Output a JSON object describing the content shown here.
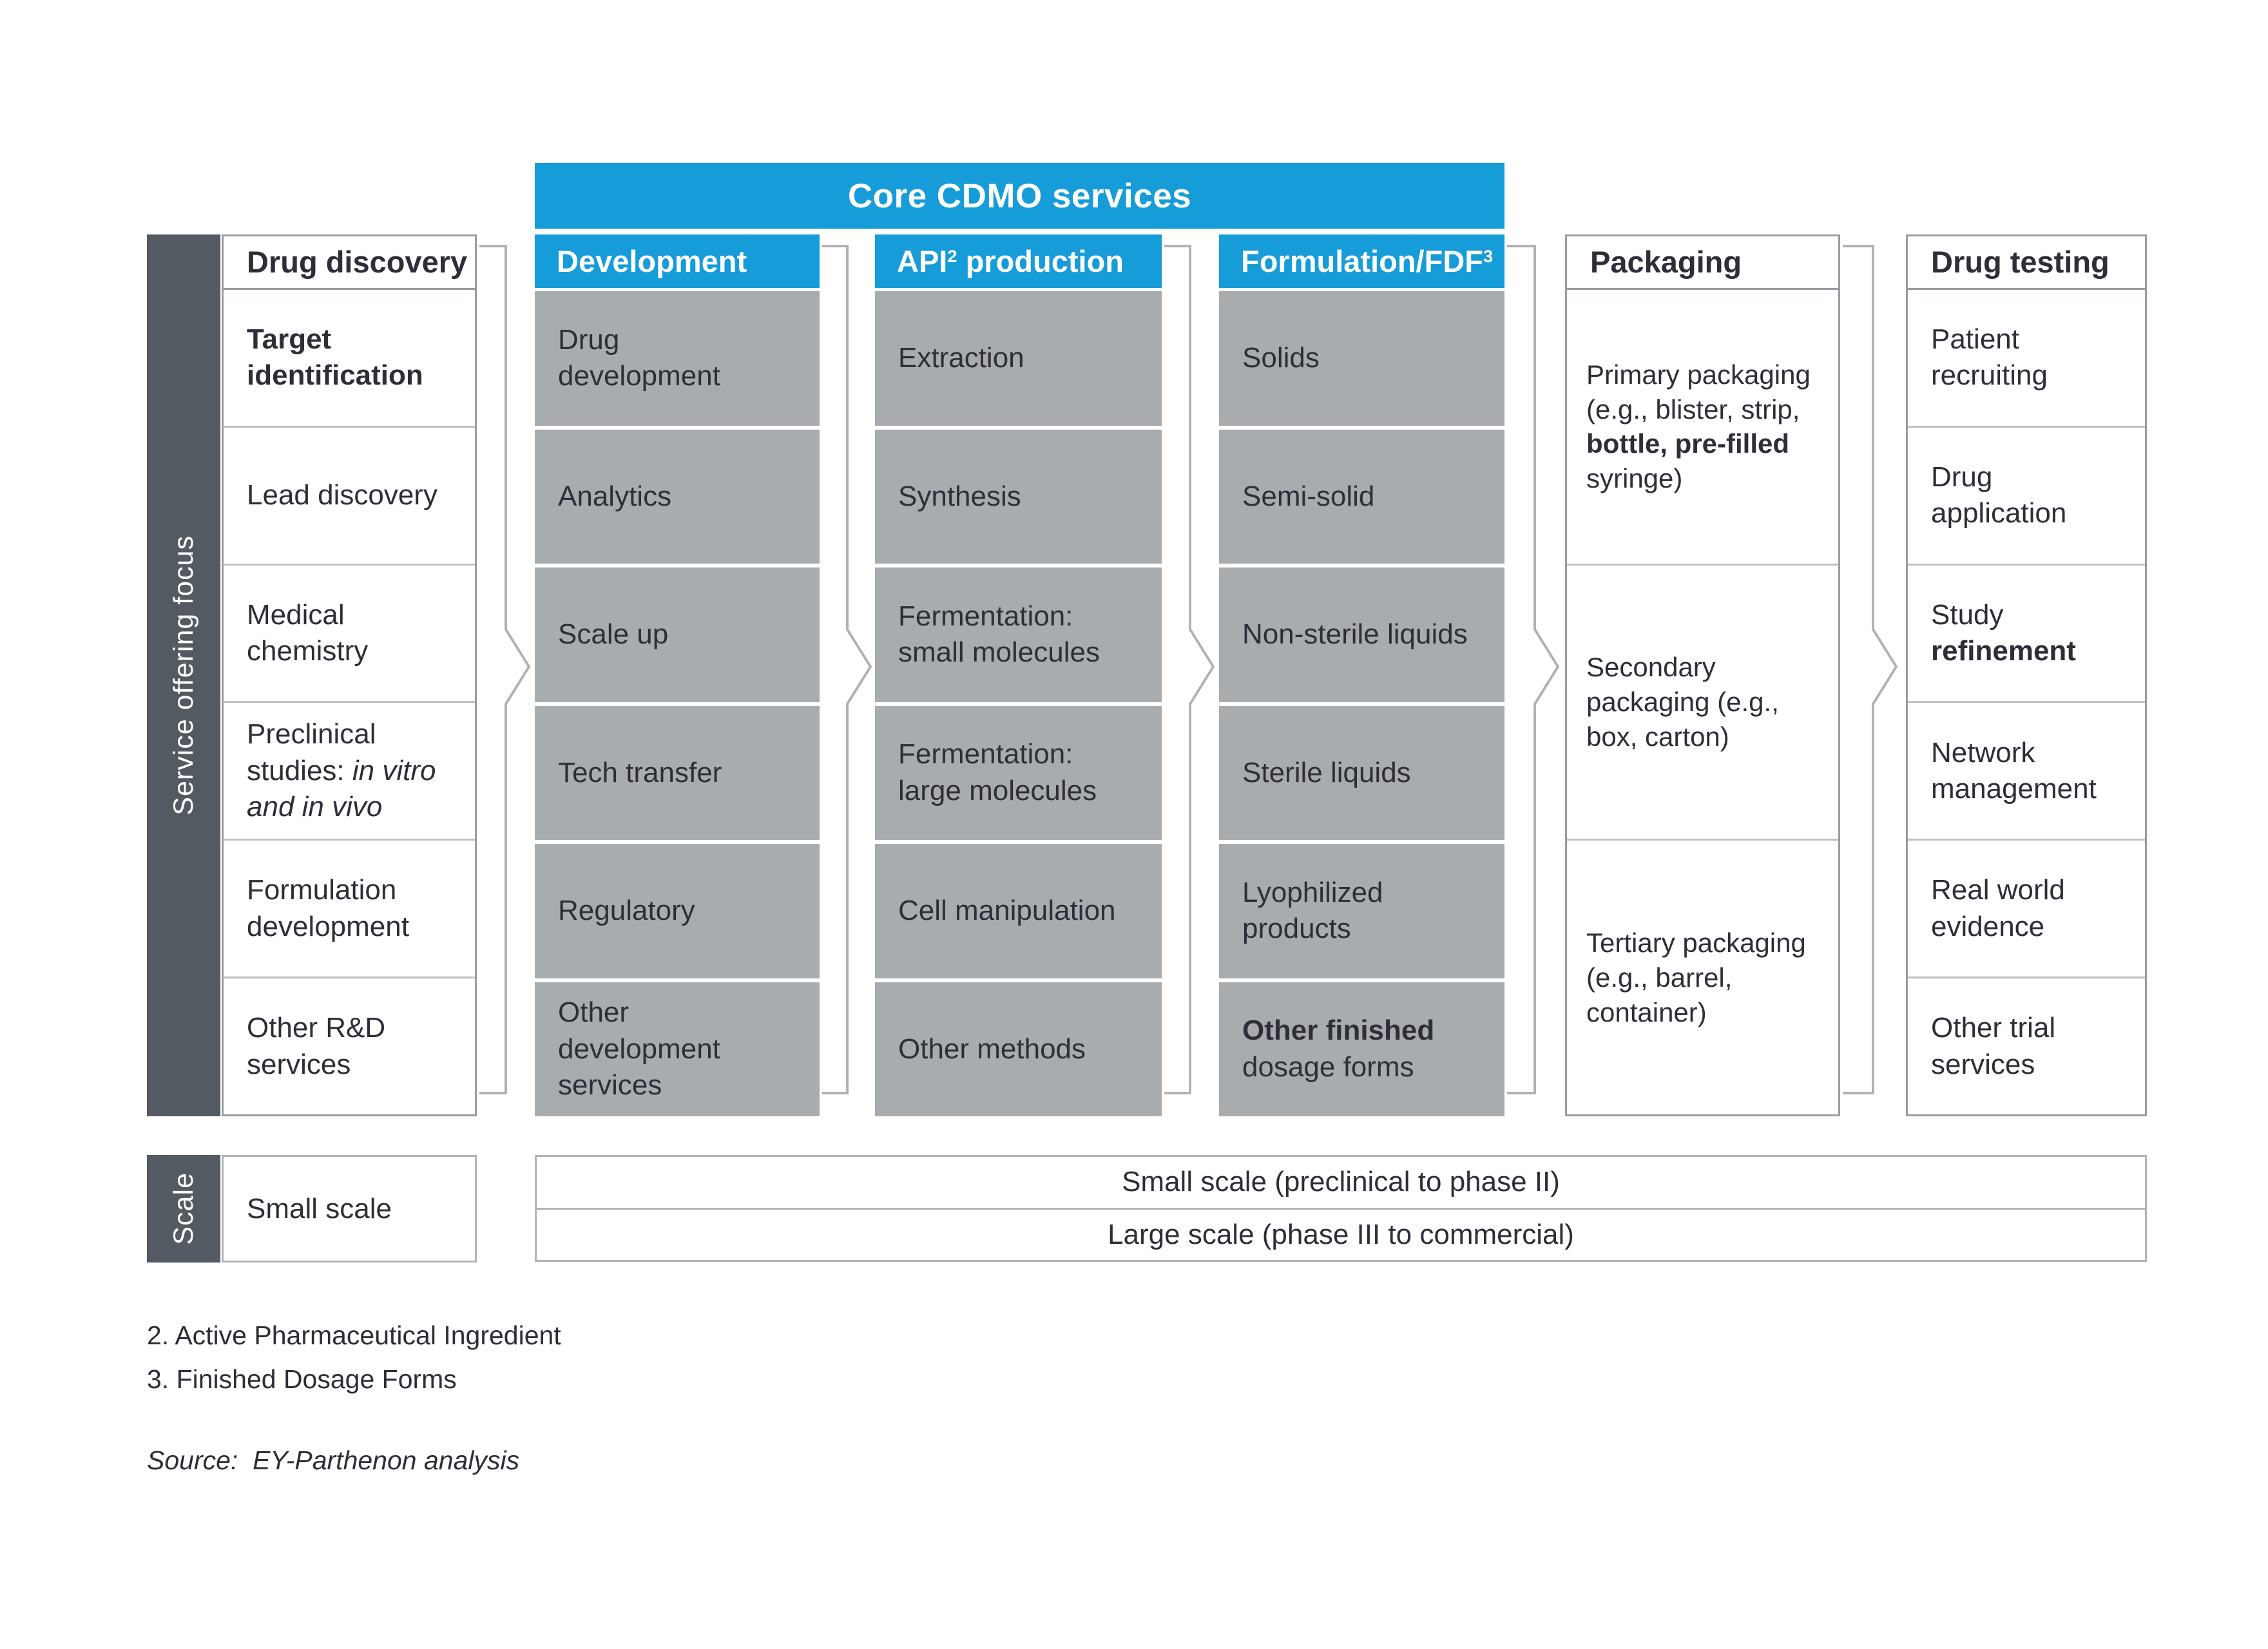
{
  "palette": {
    "blue": "#169CD9",
    "cell_gray": "#A9ACAF",
    "dark_slate": "#545A62",
    "ink": "#2E2E38",
    "line_light": "#BDC0C3",
    "line_dark": "#979DA2",
    "connector": "#AFB3B6",
    "scale_border": "#AEB4B9"
  },
  "banner": {
    "label": "Core CDMO services"
  },
  "left_rail": {
    "label": "Service offering focus"
  },
  "scale_rail": {
    "label": "Scale"
  },
  "columns": {
    "drug_discovery": {
      "header": [
        {
          "text": "Drug discovery"
        }
      ],
      "cells": [
        [
          {
            "text": "Target identification",
            "bold": true
          }
        ],
        [
          {
            "text": "Lead discovery"
          }
        ],
        [
          {
            "text": "Medical chemistry"
          }
        ],
        [
          {
            "text": "Preclinical studies: "
          },
          {
            "text": "in vitro and in vivo",
            "italic": true
          }
        ],
        [
          {
            "text": "Formulation development"
          }
        ],
        [
          {
            "text": "Other R&D services"
          }
        ]
      ]
    },
    "development": {
      "header": [
        {
          "text": "Development"
        }
      ],
      "cells": [
        [
          {
            "text": "Drug development"
          }
        ],
        [
          {
            "text": "Analytics"
          }
        ],
        [
          {
            "text": "Scale up"
          }
        ],
        [
          {
            "text": "Tech transfer"
          }
        ],
        [
          {
            "text": "Regulatory"
          }
        ],
        [
          {
            "text": "Other development services"
          }
        ]
      ]
    },
    "api_production": {
      "header": [
        {
          "text": "API"
        },
        {
          "text": "2",
          "sup": true
        },
        {
          "text": " production"
        }
      ],
      "cells": [
        [
          {
            "text": "Extraction"
          }
        ],
        [
          {
            "text": "Synthesis"
          }
        ],
        [
          {
            "text": "Fermentation: small molecules"
          }
        ],
        [
          {
            "text": "Fermentation: large molecules"
          }
        ],
        [
          {
            "text": "Cell manipulation"
          }
        ],
        [
          {
            "text": "Other methods"
          }
        ]
      ]
    },
    "formulation_fdf": {
      "header": [
        {
          "text": "Formulation/FDF"
        },
        {
          "text": "3",
          "sup": true
        }
      ],
      "cells": [
        [
          {
            "text": "Solids"
          }
        ],
        [
          {
            "text": "Semi-solid"
          }
        ],
        [
          {
            "text": "Non-sterile liquids"
          }
        ],
        [
          {
            "text": "Sterile liquids"
          }
        ],
        [
          {
            "text": "Lyophilized products"
          }
        ],
        [
          {
            "text": "Other finished",
            "bold": true
          },
          {
            "text": " dosage forms"
          }
        ]
      ]
    },
    "packaging": {
      "header": [
        {
          "text": "Packaging"
        }
      ],
      "cells": [
        [
          {
            "text": "Primary packaging (e.g., blister, strip, "
          },
          {
            "text": "bottle, pre-filled",
            "bold": true
          },
          {
            "text": " syringe)"
          }
        ],
        [
          {
            "text": "Secondary packaging (e.g., box, carton)"
          }
        ],
        [
          {
            "text": "Tertiary packaging (e.g., barrel, container)"
          }
        ]
      ]
    },
    "drug_testing": {
      "header": [
        {
          "text": "Drug testing"
        }
      ],
      "cells": [
        [
          {
            "text": "Patient recruiting"
          }
        ],
        [
          {
            "text": "Drug application"
          }
        ],
        [
          {
            "text": "Study "
          },
          {
            "text": "refinement",
            "bold": true
          }
        ],
        [
          {
            "text": "Network management"
          }
        ],
        [
          {
            "text": "Real world evidence"
          }
        ],
        [
          {
            "text": "Other trial services"
          }
        ]
      ]
    }
  },
  "scale_row": {
    "left_cell": "Small scale",
    "bands": [
      "Small scale (preclinical to phase II)",
      "Large scale (phase III to commercial)"
    ]
  },
  "footnotes": {
    "note2": "2. Active Pharmaceutical Ingredient",
    "note3": "3. Finished Dosage Forms",
    "source": "Source:  EY-Parthenon analysis"
  }
}
